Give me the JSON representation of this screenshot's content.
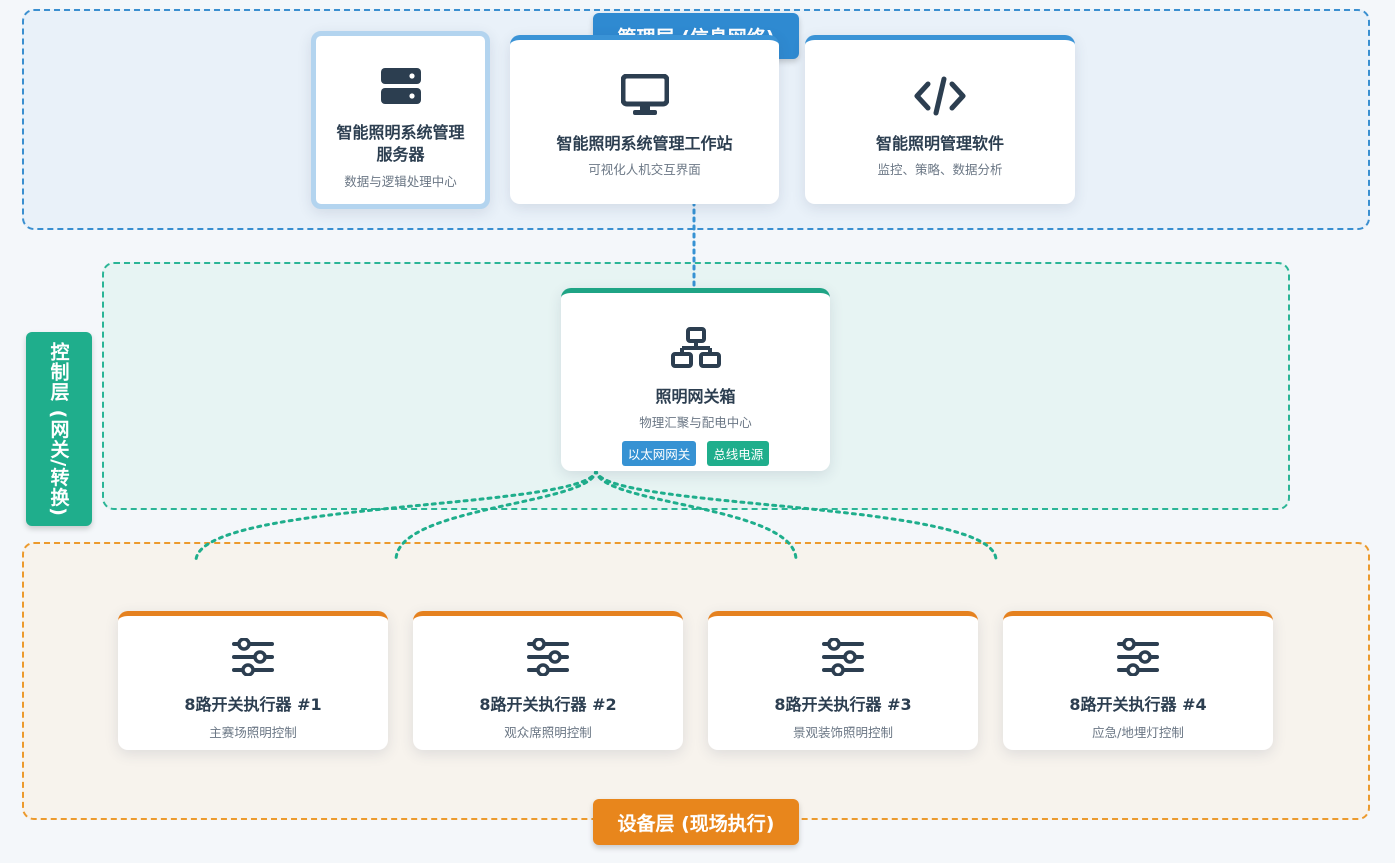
{
  "layers": {
    "management": {
      "title": "管理层 (信息网络)"
    },
    "control": {
      "title": "控制层 (网关/转换)"
    },
    "device": {
      "title": "设备层 (现场执行)"
    }
  },
  "management": {
    "server": {
      "title": "智能照明系统管理服务器",
      "subtitle": "数据与逻辑处理中心",
      "icon": "server-icon"
    },
    "workstation": {
      "title": "智能照明系统管理工作站",
      "subtitle": "可视化人机交互界面",
      "icon": "monitor-icon"
    },
    "software": {
      "title": "智能照明管理软件",
      "subtitle": "监控、策略、数据分析",
      "icon": "code-icon"
    }
  },
  "control": {
    "gateway": {
      "title": "照明网关箱",
      "subtitle": "物理汇聚与配电中心",
      "icon": "network-icon",
      "badges": [
        "以太网网关",
        "总线电源"
      ]
    }
  },
  "devices": [
    {
      "title": "8路开关执行器 #1",
      "subtitle": "主赛场照明控制",
      "icon": "sliders-icon"
    },
    {
      "title": "8路开关执行器 #2",
      "subtitle": "观众席照明控制",
      "icon": "sliders-icon"
    },
    {
      "title": "8路开关执行器 #3",
      "subtitle": "景观装饰照明控制",
      "icon": "sliders-icon"
    },
    {
      "title": "8路开关执行器 #4",
      "subtitle": "应急/地埋灯控制",
      "icon": "sliders-icon"
    }
  ],
  "colors": {
    "management": "#2f8ad1",
    "control": "#1fae8c",
    "device": "#e8861c",
    "text": "#2c3e50"
  }
}
